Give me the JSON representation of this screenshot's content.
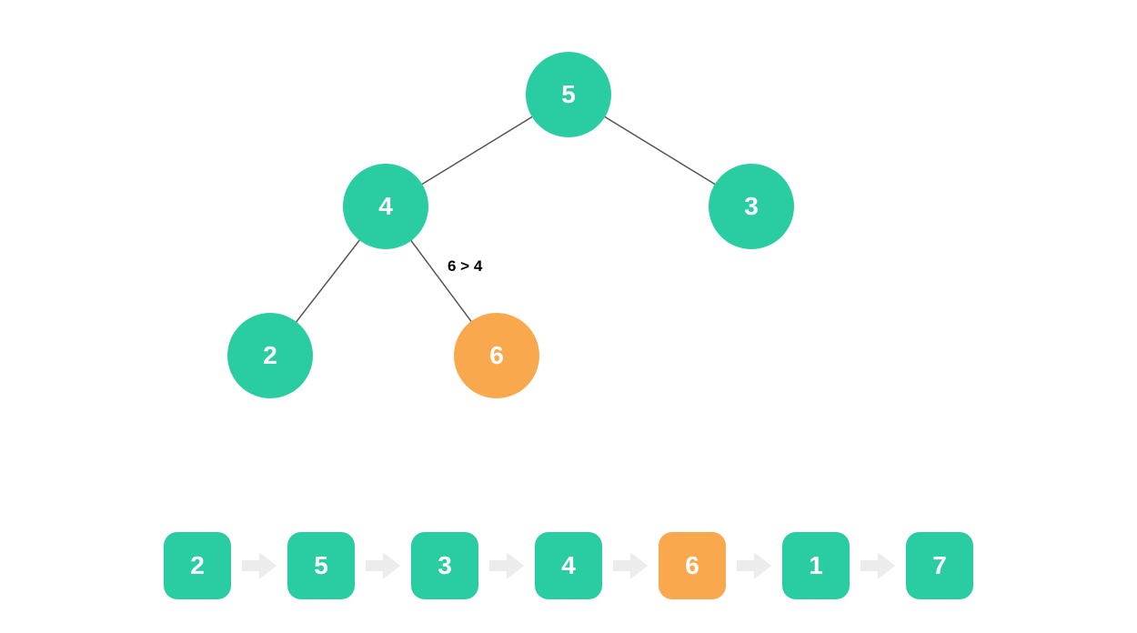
{
  "colors": {
    "node_default": "#2acca2",
    "node_highlight": "#f9a84e",
    "node_text": "#ffffff",
    "edge": "#555555",
    "arrow": "#ececec",
    "label_text": "#000000"
  },
  "tree": {
    "comparison_label": "6 > 4",
    "nodes": [
      {
        "value": "5",
        "color": "#2acca2",
        "highlighted": false
      },
      {
        "value": "4",
        "color": "#2acca2",
        "highlighted": false
      },
      {
        "value": "3",
        "color": "#2acca2",
        "highlighted": false
      },
      {
        "value": "2",
        "color": "#2acca2",
        "highlighted": false
      },
      {
        "value": "6",
        "color": "#f9a84e",
        "highlighted": true
      }
    ],
    "edges": [
      {
        "from": "5",
        "to": "4"
      },
      {
        "from": "5",
        "to": "3"
      },
      {
        "from": "4",
        "to": "2"
      },
      {
        "from": "4",
        "to": "6"
      }
    ]
  },
  "sequence": {
    "items": [
      {
        "value": "2",
        "color": "#2acca2",
        "highlighted": false
      },
      {
        "value": "5",
        "color": "#2acca2",
        "highlighted": false
      },
      {
        "value": "3",
        "color": "#2acca2",
        "highlighted": false
      },
      {
        "value": "4",
        "color": "#2acca2",
        "highlighted": false
      },
      {
        "value": "6",
        "color": "#f9a84e",
        "highlighted": true
      },
      {
        "value": "1",
        "color": "#2acca2",
        "highlighted": false
      },
      {
        "value": "7",
        "color": "#2acca2",
        "highlighted": false
      }
    ]
  }
}
